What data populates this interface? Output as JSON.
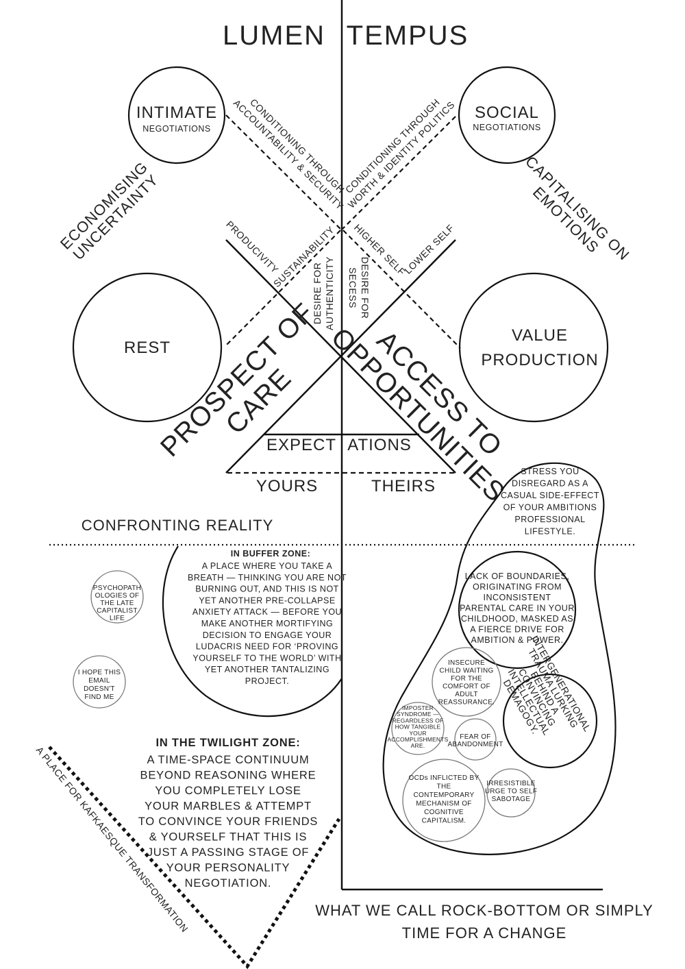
{
  "header": {
    "left_title": "LUMEN",
    "right_title": "TEMPUS"
  },
  "circles": {
    "intimate": {
      "title": "INTIMATE",
      "sub": "NEGOTIATIONS"
    },
    "social": {
      "title": "SOCIAL",
      "sub": "NEGOTIATIONS"
    },
    "rest": "REST",
    "value": [
      "VALUE",
      "PRODUCTION"
    ]
  },
  "axis_labels": {
    "conditioning_left": [
      "CONDITIONING THROUGH",
      "ACCOUNTABILITY & SECURITY"
    ],
    "conditioning_right": [
      "CONDITIONING THROUGH",
      "WORTH & IDENTITY POLITICS"
    ],
    "economising": [
      "ECONOMISING",
      "UNCERTAINTY"
    ],
    "capitalising": [
      "CAPITALISING ON",
      "EMOTIONS"
    ],
    "producivity": "PRODUCIVITY",
    "sustainability": "SUSTAINABILITY",
    "higher_self": "HIGHER SELF",
    "lower_self": "LOWER SELF",
    "desire_authenticity": [
      "DESIRE FOR",
      "AUTHENTICITY"
    ],
    "desire_secess": [
      "DESIRE FOR",
      "SECESS"
    ],
    "prospect": [
      "PROSPECT OF",
      "CARE"
    ],
    "access": [
      "ACCESS TO",
      "OPPORTUNITIES"
    ],
    "expect_left": "EXPECT",
    "expect_right": "ATIONS",
    "yours": "YOURS",
    "theirs": "THEIRS"
  },
  "confronting": "CONFRONTING  REALITY",
  "buffer": {
    "heading": "IN BUFFER ZONE:",
    "lines": [
      "A PLACE WHERE YOU TAKE A",
      "BREATH — THINKING YOU ARE NOT",
      "BURNING OUT, AND THIS IS NOT",
      "YET ANOTHER PRE-COLLAPSE",
      "ANXIETY ATTACK — BEFORE YOU",
      "MAKE ANOTHER MORTIFYING",
      "DECISION TO ENGAGE YOUR",
      "LUDACRIS NEED FOR ‘PROVING",
      "YOURSELF TO THE WORLD’ WITH",
      "YET ANOTHER TANTALIZING",
      "PROJECT."
    ]
  },
  "small_circles": {
    "psychopath": [
      "PSYCHOPATH",
      "OLOGIES OF",
      "THE LATE",
      "CAPITALIST",
      "LIFE"
    ],
    "email": [
      "I HOPE THIS",
      "EMAIL",
      "DOESN'T",
      "FIND ME"
    ]
  },
  "twilight": {
    "heading": "IN THE TWILIGHT ZONE:",
    "lines": [
      "A TIME-SPACE CONTINUUM",
      "BEYOND REASONING WHERE",
      "YOU COMPLETELY LOSE",
      "YOUR MARBLES & ATTEMPT",
      "TO CONVINCE YOUR FRIENDS",
      "& YOURSELF THAT THIS IS",
      "JUST A PASSING  STAGE OF",
      "YOUR PERSONALITY",
      "NEGOTIATION."
    ]
  },
  "kafka": "A PLACE FOR KAFKAESQUE TRANSFORMATION",
  "blob": {
    "stress": [
      "STRESS YOU",
      "DISREGARD AS A",
      "CASUAL SIDE-EFFECT",
      "OF YOUR AMBITIONS",
      "PROFESSIONAL",
      "LIFESTYLE."
    ],
    "boundaries": [
      "LACK OF BOUNDARIES,",
      "ORIGINATING FROM",
      "INCONSISTENT",
      "PARENTAL CARE IN YOUR",
      "CHILDHOOD,  MASKED AS",
      "A FIERCE DRIVE FOR",
      "AMBITION & POWER."
    ],
    "insecure": [
      "INSECURE",
      "CHILD WAITING",
      "FOR THE",
      "COMFORT OF",
      "ADULT",
      "REASSURANCE."
    ],
    "intergen": [
      "INTERGENERATIONAL",
      "TRAUMA LURKING",
      "BEHIND A",
      "CONVINCING",
      "INTELLECTUAL",
      "DEMAGOGY."
    ],
    "imposter": [
      "IMPOSTER",
      "SYNDROME —",
      "REGARDLESS OF",
      "HOW TANGIBLE",
      "YOUR",
      "ACCOMPLISHMENTS",
      "ARE."
    ],
    "fear": [
      "FEAR OF",
      "ABANDONMENT"
    ],
    "ocd": [
      "OCDs INFLICTED BY",
      "THE",
      "CONTEMPORARY",
      "MECHANISM OF",
      "COGNITIVE",
      "CAPITALISM."
    ],
    "sabotage": [
      "IRRESISTIBLE",
      "URGE TO SELF",
      "SABOTAGE"
    ]
  },
  "footer": [
    "WHAT WE CALL ROCK-BOTTOM OR SIMPLY",
    "TIME FOR A CHANGE"
  ]
}
